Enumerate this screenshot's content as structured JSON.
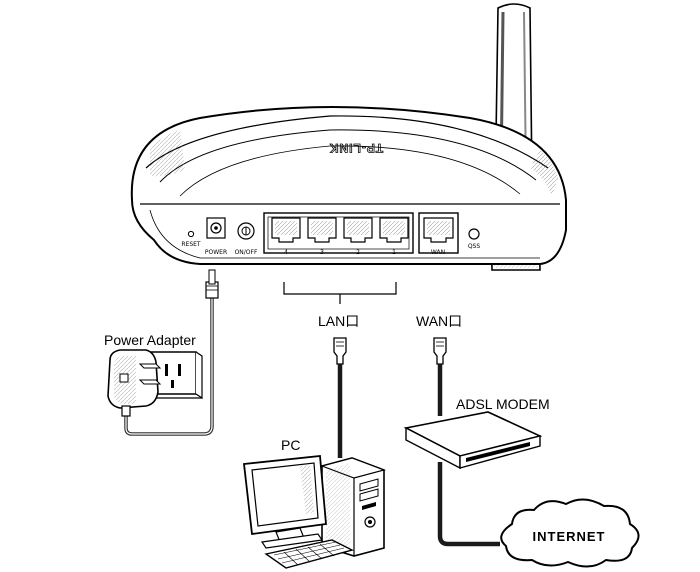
{
  "router": {
    "brand": "TP-LINK",
    "ports": {
      "reset": "RESET",
      "power": "POWER",
      "onoff": "ON/OFF",
      "lan": [
        "4",
        "3",
        "2",
        "1"
      ],
      "wan": "WAN",
      "qss": "QSS"
    }
  },
  "labels": {
    "power_adapter": "Power Adapter",
    "lan_port": "LAN口",
    "wan_port": "WAN口",
    "pc": "PC",
    "modem": "ADSL MODEM",
    "internet": "INTERNET"
  },
  "colors": {
    "cable": "#333333",
    "cable_dark": "#1a1a1a",
    "outline": "#000000",
    "shade": "#d9d9d9"
  }
}
